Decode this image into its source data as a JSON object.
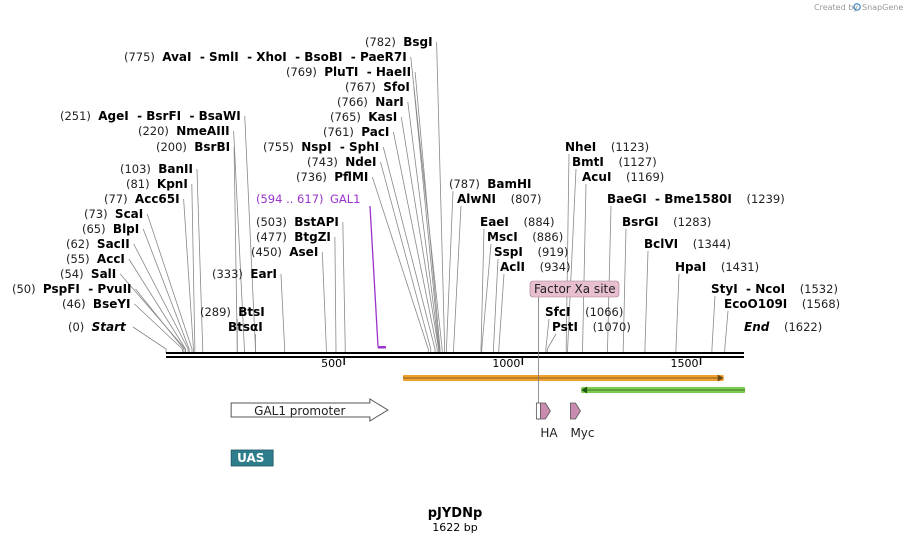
{
  "credit": {
    "prefix": "Created by",
    "brand": "SnapGene"
  },
  "plasmid": {
    "name": "pJYDNp",
    "size_label": "1622 bp",
    "length": 1622
  },
  "ticks": [
    {
      "value": 500,
      "label": "500"
    },
    {
      "value": 1000,
      "label": "1000"
    },
    {
      "value": 1500,
      "label": "1500"
    }
  ],
  "site_groups": [
    {
      "pos": "(0)",
      "items": [
        {
          "name": "Start",
          "at": 0,
          "italic": true
        }
      ]
    },
    {
      "pos": "(46)",
      "items": [
        {
          "name": "BseYI",
          "at": 46
        }
      ]
    },
    {
      "pos": "(50)",
      "items": [
        {
          "name": "PspFI",
          "at": 50
        },
        {
          "name": "PvuII",
          "at": 50
        }
      ]
    },
    {
      "pos": "(54)",
      "items": [
        {
          "name": "SalI",
          "at": 54
        }
      ]
    },
    {
      "pos": "(55)",
      "items": [
        {
          "name": "AccI",
          "at": 55
        }
      ]
    },
    {
      "pos": "(62)",
      "items": [
        {
          "name": "SacII",
          "at": 62
        }
      ]
    },
    {
      "pos": "(65)",
      "items": [
        {
          "name": "BlpI",
          "at": 65
        }
      ]
    },
    {
      "pos": "(73)",
      "items": [
        {
          "name": "ScaI",
          "at": 73
        }
      ]
    },
    {
      "pos": "(77)",
      "items": [
        {
          "name": "Acc65I",
          "at": 77
        }
      ]
    },
    {
      "pos": "(81)",
      "items": [
        {
          "name": "KpnI",
          "at": 81
        }
      ]
    },
    {
      "pos": "(103)",
      "items": [
        {
          "name": "BanII",
          "at": 103
        }
      ]
    },
    {
      "pos": "(200)",
      "items": [
        {
          "name": "BsrBI",
          "at": 200
        }
      ]
    },
    {
      "pos": "(220)",
      "items": [
        {
          "name": "NmeAIII",
          "at": 220
        }
      ]
    },
    {
      "pos": "(251)",
      "items": [
        {
          "name": "AgeI",
          "at": 251
        },
        {
          "name": "BsrFI",
          "at": 251
        },
        {
          "name": "BsaWI",
          "at": 251
        }
      ]
    },
    {
      "pos": "(289)",
      "items": [
        {
          "name": "BtsI",
          "at": 200
        }
      ]
    },
    {
      "pos": "",
      "items": [
        {
          "name": "BtsαI",
          "at": 251
        }
      ]
    },
    {
      "pos": "(333)",
      "items": [
        {
          "name": "EarI",
          "at": 333
        }
      ]
    },
    {
      "pos": "(450)",
      "items": [
        {
          "name": "AseI",
          "at": 450
        }
      ]
    },
    {
      "pos": "(477)",
      "items": [
        {
          "name": "BtgZI",
          "at": 477
        }
      ]
    },
    {
      "pos": "(503)",
      "items": [
        {
          "name": "BstAPI",
          "at": 503
        }
      ]
    },
    {
      "pos": "(736)",
      "items": [
        {
          "name": "PflMI",
          "at": 736
        }
      ]
    },
    {
      "pos": "(743)",
      "items": [
        {
          "name": "NdeI",
          "at": 743
        }
      ]
    },
    {
      "pos": "(755)",
      "items": [
        {
          "name": "NspI",
          "at": 755
        },
        {
          "name": "SphI",
          "at": 755
        }
      ]
    },
    {
      "pos": "(761)",
      "items": [
        {
          "name": "PacI",
          "at": 761
        }
      ]
    },
    {
      "pos": "(765)",
      "items": [
        {
          "name": "KasI",
          "at": 765
        }
      ]
    },
    {
      "pos": "(766)",
      "items": [
        {
          "name": "NarI",
          "at": 766
        }
      ]
    },
    {
      "pos": "(767)",
      "items": [
        {
          "name": "SfoI",
          "at": 767
        }
      ]
    },
    {
      "pos": "(769)",
      "items": [
        {
          "name": "PluTI",
          "at": 769
        },
        {
          "name": "HaeII",
          "at": 769
        }
      ]
    },
    {
      "pos": "(775)",
      "items": [
        {
          "name": "AvaI",
          "at": 775
        },
        {
          "name": "SmlI",
          "at": 775
        },
        {
          "name": "XhoI",
          "at": 775
        },
        {
          "name": "BsoBI",
          "at": 775
        },
        {
          "name": "PaeR7I",
          "at": 775
        }
      ]
    },
    {
      "pos": "(782)",
      "items": [
        {
          "name": "BsgI",
          "at": 782
        }
      ]
    },
    {
      "pos": "(787)",
      "items": [
        {
          "name": "BamHI",
          "at": 787
        }
      ]
    },
    {
      "pos": "(807)",
      "items": [
        {
          "name": "AlwNI",
          "at": 807
        }
      ]
    },
    {
      "pos": "(884)",
      "items": [
        {
          "name": "EaeI",
          "at": 884
        }
      ]
    },
    {
      "pos": "(886)",
      "items": [
        {
          "name": "MscI",
          "at": 886
        }
      ]
    },
    {
      "pos": "(919)",
      "items": [
        {
          "name": "SspI",
          "at": 919
        }
      ]
    },
    {
      "pos": "(934)",
      "items": [
        {
          "name": "AclI",
          "at": 934
        }
      ]
    },
    {
      "pos": "(1066)",
      "items": [
        {
          "name": "SfcI",
          "at": 1066
        }
      ]
    },
    {
      "pos": "(1070)",
      "items": [
        {
          "name": "PstI",
          "at": 1070
        }
      ]
    },
    {
      "pos": "(1123)",
      "items": [
        {
          "name": "NheI",
          "at": 1123
        }
      ]
    },
    {
      "pos": "(1127)",
      "items": [
        {
          "name": "BmtI",
          "at": 1127
        }
      ]
    },
    {
      "pos": "(1169)",
      "items": [
        {
          "name": "AcuI",
          "at": 1169
        }
      ]
    },
    {
      "pos": "(1239)",
      "items": [
        {
          "name": "BaeGI",
          "at": 1239
        },
        {
          "name": "Bme1580I",
          "at": 1239
        }
      ]
    },
    {
      "pos": "(1283)",
      "items": [
        {
          "name": "BsrGI",
          "at": 1283
        }
      ]
    },
    {
      "pos": "(1344)",
      "items": [
        {
          "name": "BclVI",
          "at": 1344
        }
      ]
    },
    {
      "pos": "(1431)",
      "items": [
        {
          "name": "HpaI",
          "at": 1431
        }
      ]
    },
    {
      "pos": "(1532)",
      "items": [
        {
          "name": "StyI",
          "at": 1532
        },
        {
          "name": "NcoI",
          "at": 1532
        }
      ]
    },
    {
      "pos": "(1568)",
      "items": [
        {
          "name": "EcoO109I",
          "at": 1568
        }
      ]
    },
    {
      "pos": "(1622)",
      "items": [
        {
          "name": "End",
          "at": 1622,
          "italic": true
        }
      ]
    }
  ],
  "primer": {
    "range": "(594 .. 617)",
    "name": "GAL1",
    "start": 594,
    "end": 617,
    "color": "#9933cc"
  },
  "features": {
    "gal1_promoter": {
      "label": "GAL1 promoter",
      "start": 180,
      "end": 617
    },
    "uas": {
      "label": "UAS",
      "start": 180,
      "end": 300,
      "color": "#2e7d8c"
    },
    "factor_xa": {
      "label": "Factor Xa site",
      "at": 1045,
      "color": "#e8bfd0"
    },
    "ha": {
      "label": "HA",
      "at": 1045,
      "color": "#c98cb0"
    },
    "myc": {
      "label": "Myc",
      "at": 1135,
      "color": "#c98cb0"
    },
    "orange_orf": {
      "start": 665,
      "end": 1565,
      "color": "#f0a030"
    },
    "green_orf": {
      "start": 1165,
      "end": 1625,
      "color": "#7dcc50"
    }
  }
}
